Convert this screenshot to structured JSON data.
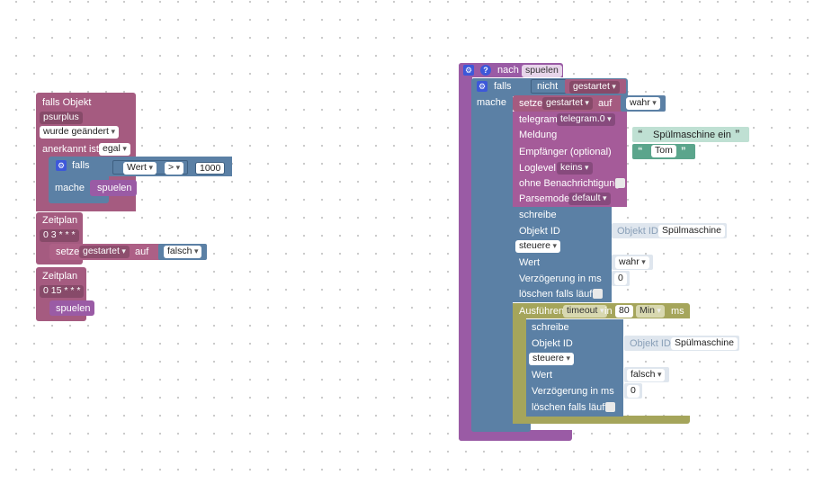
{
  "colors": {
    "trigger_pink": "#a55b80",
    "logic_blue": "#5b80a5",
    "iobroker_blue": "#5b80a5",
    "func_purple": "#9a5ba5",
    "telegram_pink": "#a55b99",
    "timeout_olive": "#a5a55b",
    "text_green": "#5ba58c"
  },
  "left_stack": {
    "trigger": {
      "title": "falls Objekt",
      "object": "psurplus",
      "condition": "wurde geändert",
      "ack_label": "anerkannt ist",
      "ack_value": "egal"
    },
    "if_block": {
      "falls": "falls",
      "value_label": "Wert",
      "operator": ">",
      "number": "1000",
      "mache": "mache",
      "call": "spuelen"
    },
    "schedule1": {
      "label": "Zeitplan",
      "cron": "0 3 * * *",
      "set_label": "setze",
      "var": "gestartet",
      "auf": "auf",
      "value": "falsch"
    },
    "schedule2": {
      "label": "Zeitplan",
      "cron": "0 15 * * *",
      "call": "spuelen"
    }
  },
  "right_stack": {
    "func": {
      "nach": "nach",
      "name": "spuelen"
    },
    "if_block": {
      "falls": "falls",
      "nicht": "nicht",
      "var": "gestartet",
      "mache": "mache"
    },
    "set_var": {
      "label": "setze",
      "var": "gestartet",
      "auf": "auf",
      "value": "wahr"
    },
    "telegram": {
      "label": "telegram",
      "instance": "telegram.0",
      "meldung_label": "Meldung",
      "meldung_value": "Spülmaschine ein",
      "empf_label": "Empfänger (optional)",
      "empf_value": "Tom",
      "loglevel_label": "Loglevel",
      "loglevel_value": "keins",
      "silent_label": "ohne Benachrichtigung",
      "parse_label": "Parsemode",
      "parse_value": "default"
    },
    "write1": {
      "label": "schreibe",
      "objid_label": "Objekt ID",
      "objid_tag": "Objekt ID",
      "objid_value": "Spülmaschine",
      "mode": "steuere",
      "wert_label": "Wert",
      "wert_value": "wahr",
      "delay_label": "Verzögerung in ms",
      "delay_value": "0",
      "clear_label": "löschen falls läuft"
    },
    "timeout": {
      "label": "Ausführen",
      "var": "timeout",
      "in": "in",
      "num": "80",
      "unit": "Min",
      "ms": "ms"
    },
    "write2": {
      "label": "schreibe",
      "objid_label": "Objekt ID",
      "objid_tag": "Objekt ID",
      "objid_value": "Spülmaschine",
      "mode": "steuere",
      "wert_label": "Wert",
      "wert_value": "falsch",
      "delay_label": "Verzögerung in ms",
      "delay_value": "0",
      "clear_label": "löschen falls läuft"
    }
  }
}
